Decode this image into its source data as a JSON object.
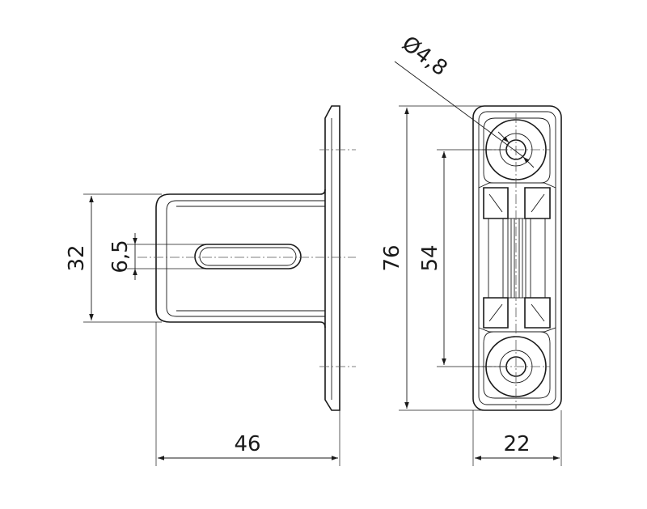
{
  "dimensions": {
    "width_side": "46",
    "width_front": "22",
    "height_total": "76",
    "hole_spacing": "54",
    "arm_height": "32",
    "slot_width": "6,5",
    "hole_diameter": "Ø4,8"
  },
  "colors": {
    "line": "#1a1a1a",
    "centerline": "#555555",
    "background": "#ffffff"
  }
}
